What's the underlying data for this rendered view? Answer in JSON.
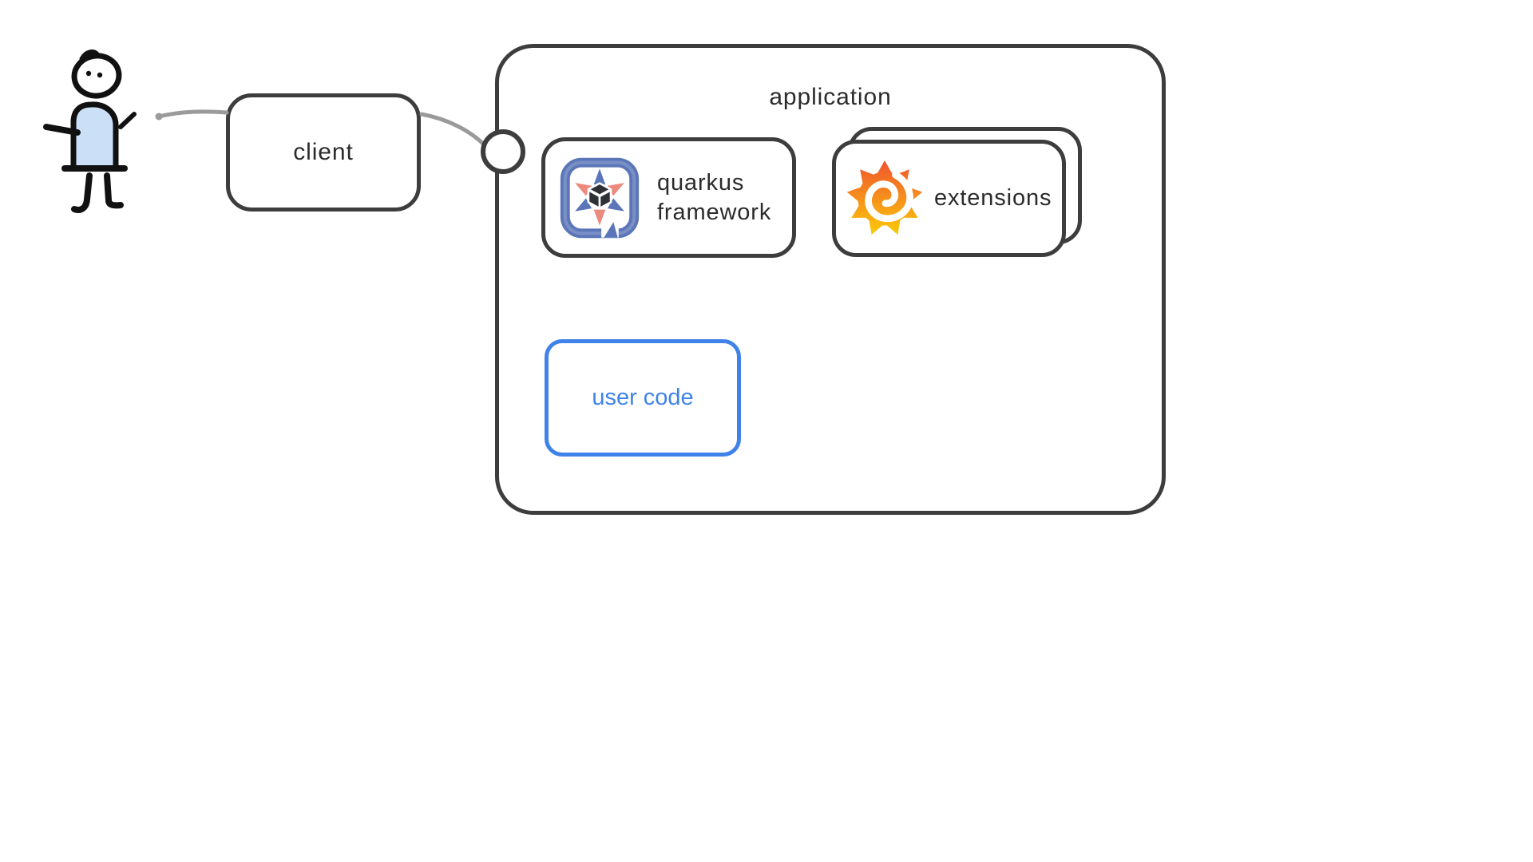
{
  "diagram": {
    "title": "",
    "nodes": {
      "client": {
        "label": "client"
      },
      "application": {
        "label": "application"
      },
      "quarkus": {
        "label_line1": "quarkus",
        "label_line2": "framework",
        "icon": "quarkus-logo"
      },
      "extensions": {
        "label": "extensions",
        "icon": "grafana-spiral-logo",
        "stacked": true
      },
      "user_code": {
        "label": "user code"
      }
    },
    "icons": {
      "person": "stick-figure-user-icon",
      "quarkus": "quarkus-logo-icon",
      "extensions": "grafana-spiral-logo-icon",
      "connector_port": "circle-port-icon"
    },
    "colors": {
      "stroke_dark": "#3d3d3d",
      "text_dark": "#2b2b2b",
      "accent_blue": "#3f83e8",
      "connector_gray": "#9a9a9a",
      "person_shirt_fill": "#cbe0f6",
      "quarkus_blue": "#5b76b8",
      "quarkus_salmon": "#ec8a7e",
      "quarkus_dark": "#2e3136",
      "grafana_orange": "#f0542d",
      "grafana_yellow": "#fbca0a"
    }
  }
}
